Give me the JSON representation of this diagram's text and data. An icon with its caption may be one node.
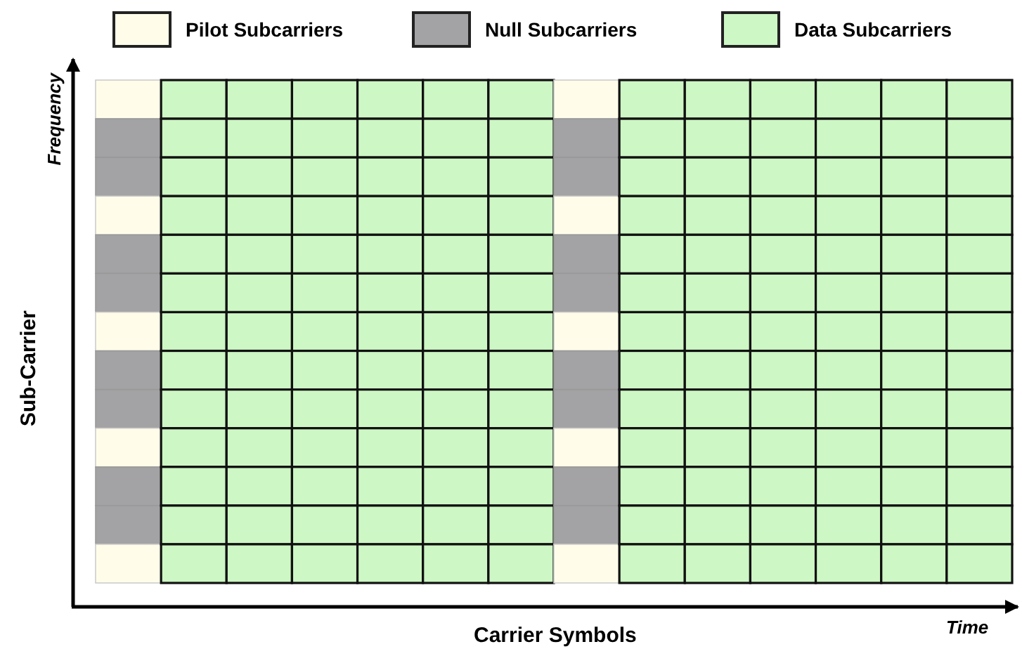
{
  "diagram": {
    "labels": [
      "Frequency",
      "Sub-Carrier",
      "Carrier Symbols",
      "Time"
    ],
    "legend": [
      {
        "text": "Pilot Subcarriers",
        "color": "#fffdea"
      },
      {
        "text": "Null Subcarriers",
        "color": "#a3a3a5"
      },
      {
        "text": "Data Subcarriers",
        "color": "#cdf7c4"
      }
    ]
  }
}
